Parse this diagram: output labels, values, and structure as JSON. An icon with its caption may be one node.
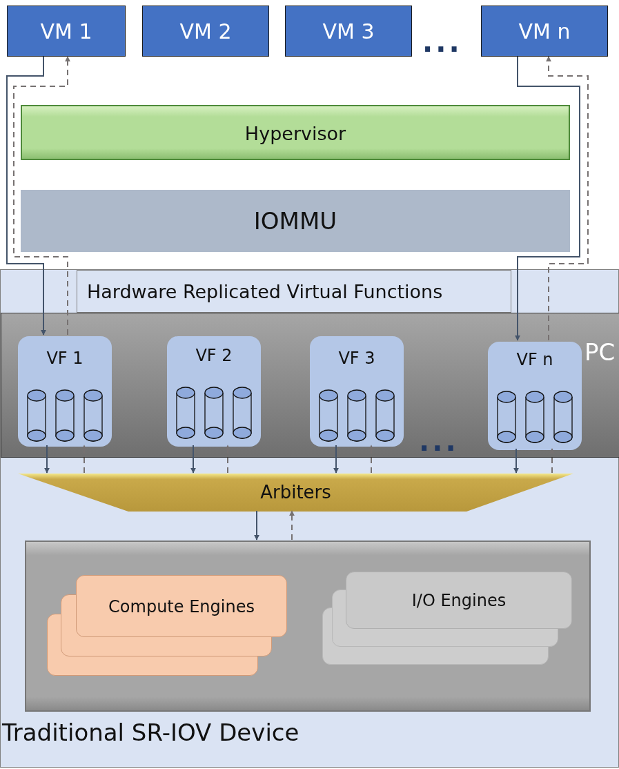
{
  "diagram": {
    "nodes": [
      {
        "text": [
          "VM 1"
        ]
      },
      {
        "text": [
          "VM 2"
        ]
      },
      {
        "text": [
          "VM 3"
        ]
      },
      {
        "text": [
          "VM n"
        ]
      },
      {
        "text": [
          "Hypervisor"
        ]
      },
      {
        "text": [
          "IOMMU"
        ]
      },
      {
        "text": [
          "Traditional SR-IOV Device"
        ]
      },
      {
        "text": [
          "Hardware Replicated Virtual Functions"
        ],
        "in": 6
      },
      {
        "text": [
          "PC"
        ],
        "in": 6
      },
      {
        "text": [
          "VF 1"
        ],
        "in": 8
      },
      {
        "text": [
          "VF 2"
        ],
        "in": 8
      },
      {
        "text": [
          "VF 3"
        ],
        "in": 8
      },
      {
        "text": [
          "VF n"
        ],
        "in": 8
      },
      {
        "text": [
          "Arbiters"
        ],
        "in": 6
      },
      {
        "text": [],
        "shape": "box",
        "in": 6
      },
      {
        "text": [
          "Compute Engines"
        ],
        "in": 14
      },
      {
        "text": [
          "I/O Engines"
        ],
        "in": 14
      }
    ],
    "edges": [
      {
        "from": 0,
        "to": 9,
        "arrow": "to"
      },
      {
        "from": 9,
        "to": 0,
        "arrow": "to",
        "style": "dashed",
        "color": "#767171"
      },
      {
        "from": 3,
        "to": 12,
        "arrow": "to"
      },
      {
        "from": 12,
        "to": 3,
        "arrow": "to",
        "style": "dashed",
        "color": "#767171"
      },
      {
        "from": 9,
        "to": 13,
        "arrow": "to"
      },
      {
        "from": 13,
        "to": 9,
        "arrow": "to",
        "style": "dashed",
        "color": "#767171"
      },
      {
        "from": 10,
        "to": 13,
        "arrow": "to"
      },
      {
        "from": 13,
        "to": 10,
        "arrow": "to",
        "style": "dashed",
        "color": "#767171"
      },
      {
        "from": 11,
        "to": 13,
        "arrow": "to"
      },
      {
        "from": 13,
        "to": 11,
        "arrow": "to",
        "style": "dashed",
        "color": "#767171"
      },
      {
        "from": 12,
        "to": 13,
        "arrow": "to"
      },
      {
        "from": 13,
        "to": 12,
        "arrow": "to",
        "style": "dashed",
        "color": "#767171"
      },
      {
        "from": 13,
        "to": 14,
        "arrow": "to"
      },
      {
        "from": 14,
        "to": 13,
        "arrow": "to",
        "style": "dashed",
        "color": "#767171"
      }
    ],
    "labels": [
      "...",
      "..."
    ]
  }
}
